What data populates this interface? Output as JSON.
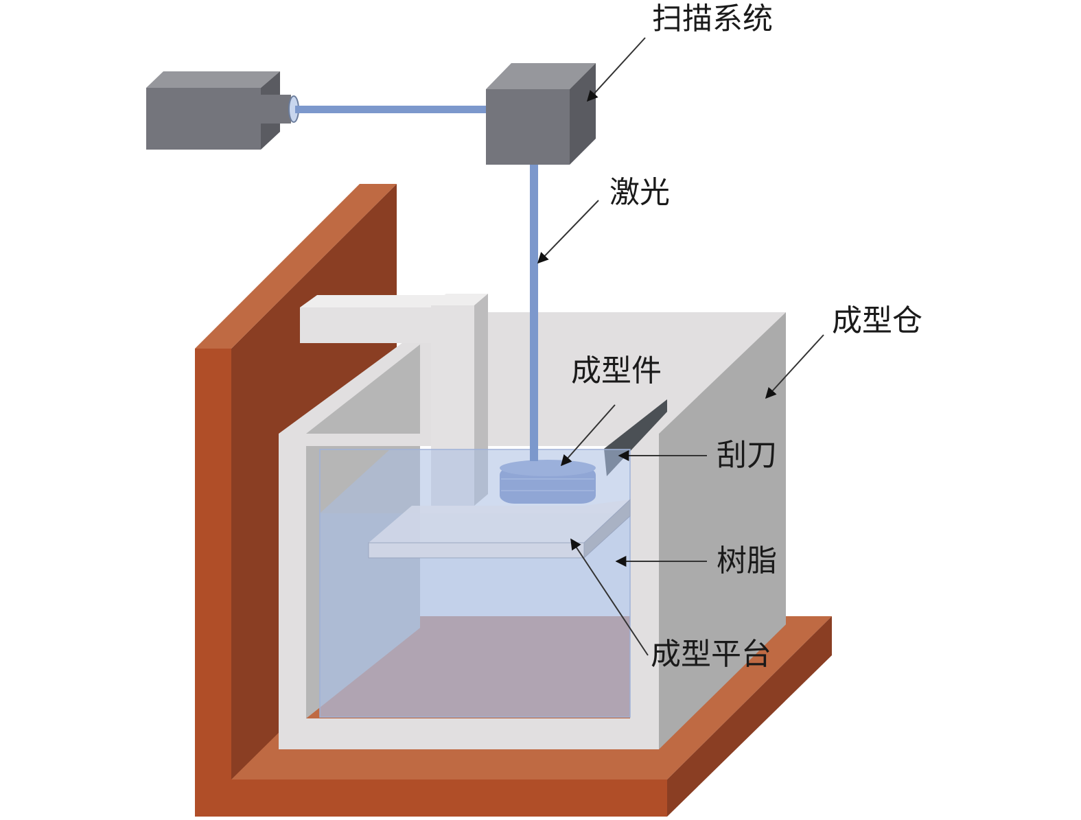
{
  "labels": {
    "scan_system": "扫描系统",
    "laser": "激光",
    "build_chamber": "成型仓",
    "build_part": "成型件",
    "scraper": "刮刀",
    "resin": "树脂",
    "build_platform": "成型平台"
  },
  "colors": {
    "frame_front": "#b04e28",
    "frame_side": "#8a3e23",
    "frame_top": "#bf6a43",
    "chamber_front": "#e1dfe0",
    "chamber_side": "#ababab",
    "chamber_inner_wall": "#b6b6b6",
    "resin": "#a9bde1",
    "laser_beam": "#7c98cc",
    "device_front": "#74757c",
    "device_side": "#5a5b61",
    "device_top": "#96979c",
    "part": "#7189c6",
    "scraper": "#4b5055",
    "arm": "#e3e1e2"
  }
}
